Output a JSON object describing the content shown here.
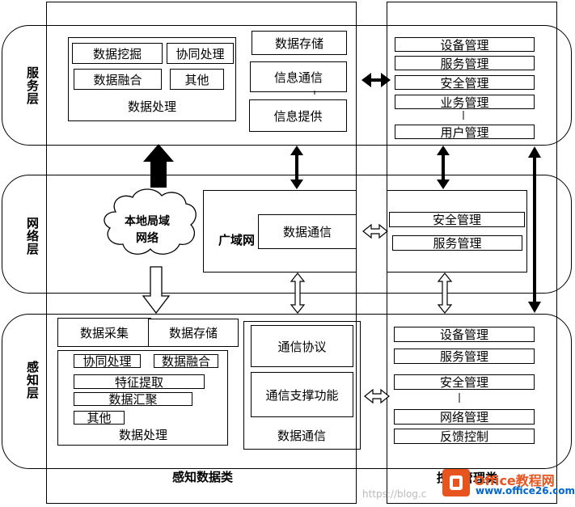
{
  "layers": {
    "service": "服务层",
    "network": "网络层",
    "perception": "感知层"
  },
  "columns": {
    "perception_data": "感知数据类",
    "control_management": "控制管理类"
  },
  "service_layer": {
    "data_mining": "数据挖掘",
    "collab_process": "协同处理",
    "data_fusion": "数据融合",
    "other": "其他",
    "data_processing": "数据处理",
    "data_storage": "数据存储",
    "info_comm": "信息通信",
    "info_provide": "信息提供",
    "mgmt": [
      "设备管理",
      "服务管理",
      "安全管理",
      "业务管理",
      "用户管理"
    ]
  },
  "network_layer": {
    "local_network": "本地局域网络",
    "wan": "广域网",
    "data_comm": "数据通信",
    "mgmt": [
      "安全管理",
      "服务管理"
    ]
  },
  "perception_layer": {
    "data_collect": "数据采集",
    "data_storage": "数据存储",
    "collab_process": "协同处理",
    "data_fusion": "数据融合",
    "feature_extract": "特征提取",
    "data_aggregate": "数据汇聚",
    "other": "其他",
    "data_processing": "数据处理",
    "comm_protocol": "通信协议",
    "comm_support": "通信支撑功能",
    "data_comm": "数据通信",
    "mgmt": [
      "设备管理",
      "服务管理",
      "安全管理",
      "网络管理",
      "反馈控制"
    ]
  },
  "watermark": {
    "brand": "Office教程网",
    "url": "www.office26.com",
    "blog": "https://blog.c"
  }
}
